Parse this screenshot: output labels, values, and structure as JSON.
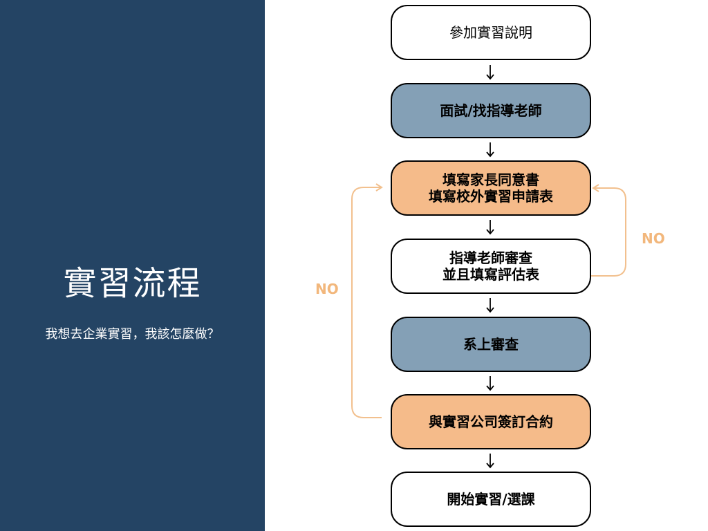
{
  "sidebar": {
    "title": "實習流程",
    "subtitle": "我想去企業實習，我該怎麼做？"
  },
  "flow": {
    "steps": [
      {
        "lines": [
          "參加實習說明"
        ],
        "color": "white"
      },
      {
        "lines": [
          "面試/找指導老師"
        ],
        "color": "blue"
      },
      {
        "lines": [
          "填寫家長同意書",
          "填寫校外實習申請表"
        ],
        "color": "orange"
      },
      {
        "lines": [
          "指導老師審查",
          "並且填寫評估表"
        ],
        "color": "white"
      },
      {
        "lines": [
          "系上審查"
        ],
        "color": "blue"
      },
      {
        "lines": [
          "與實習公司簽訂合約"
        ],
        "color": "orange"
      },
      {
        "lines": [
          "開始實習/選課"
        ],
        "color": "white"
      }
    ],
    "loops": [
      {
        "label": "NO",
        "from_step": 4,
        "to_step": 3,
        "side": "right"
      },
      {
        "label": "NO",
        "from_step": 6,
        "to_step": 3,
        "side": "left"
      }
    ]
  },
  "colors": {
    "sidebar_bg": "#244464",
    "blue_box": "#84a0b6",
    "orange_box": "#f5bb8a",
    "loop_line": "#f2c08e",
    "no_label": "#f2b77c"
  }
}
